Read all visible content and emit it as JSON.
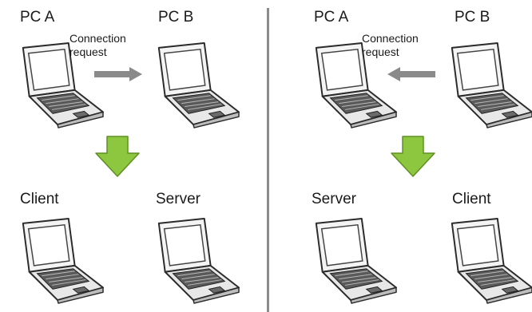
{
  "left": {
    "pc_a": "PC A",
    "pc_b": "PC B",
    "connection_line1": "Connection",
    "connection_line2": "request",
    "role_a": "Client",
    "role_b": "Server"
  },
  "right": {
    "pc_a": "PC A",
    "pc_b": "PC B",
    "connection_line1": "Connection",
    "connection_line2": "request",
    "role_a": "Server",
    "role_b": "Client"
  },
  "colors": {
    "arrow_gray": "#8a8a8a",
    "down_arrow_green": "#8dc63f",
    "divider": "#8c8c8c"
  }
}
